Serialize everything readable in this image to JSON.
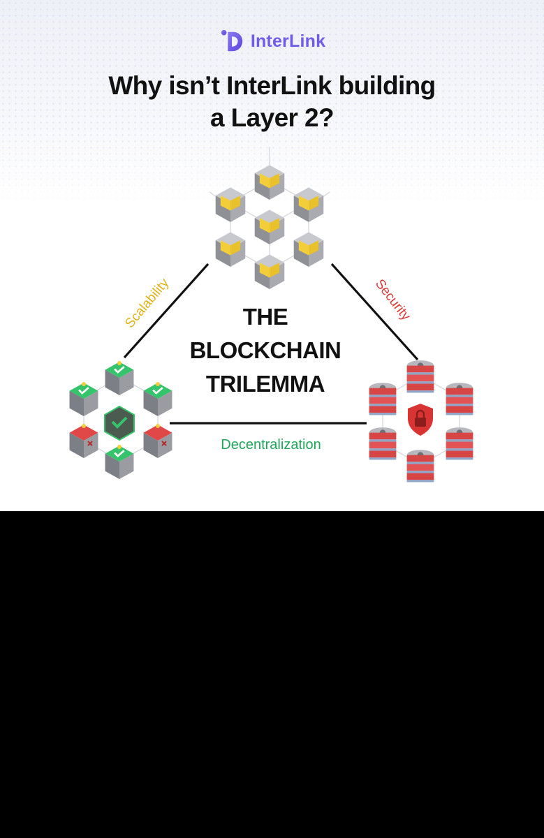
{
  "brand": {
    "name": "InterLink",
    "icon": "interlink-logo-icon",
    "color": "#6f5ce8"
  },
  "headline": {
    "line1": "Why isn’t InterLink building",
    "line2": "a Layer 2?"
  },
  "trilemma": {
    "title_lines": [
      "THE",
      "BLOCKCHAIN",
      "TRILEMMA"
    ],
    "labels": {
      "scalability": "Scalability",
      "security": "Security",
      "decentralization": "Decentralization"
    },
    "colors": {
      "scalability": "#e0b21b",
      "security": "#d93a3a",
      "decentralization": "#1fa65a",
      "node_gray": "#8e9096",
      "node_green": "#35c46b",
      "node_red": "#e04848",
      "node_yellow": "#f2cf3a"
    }
  }
}
